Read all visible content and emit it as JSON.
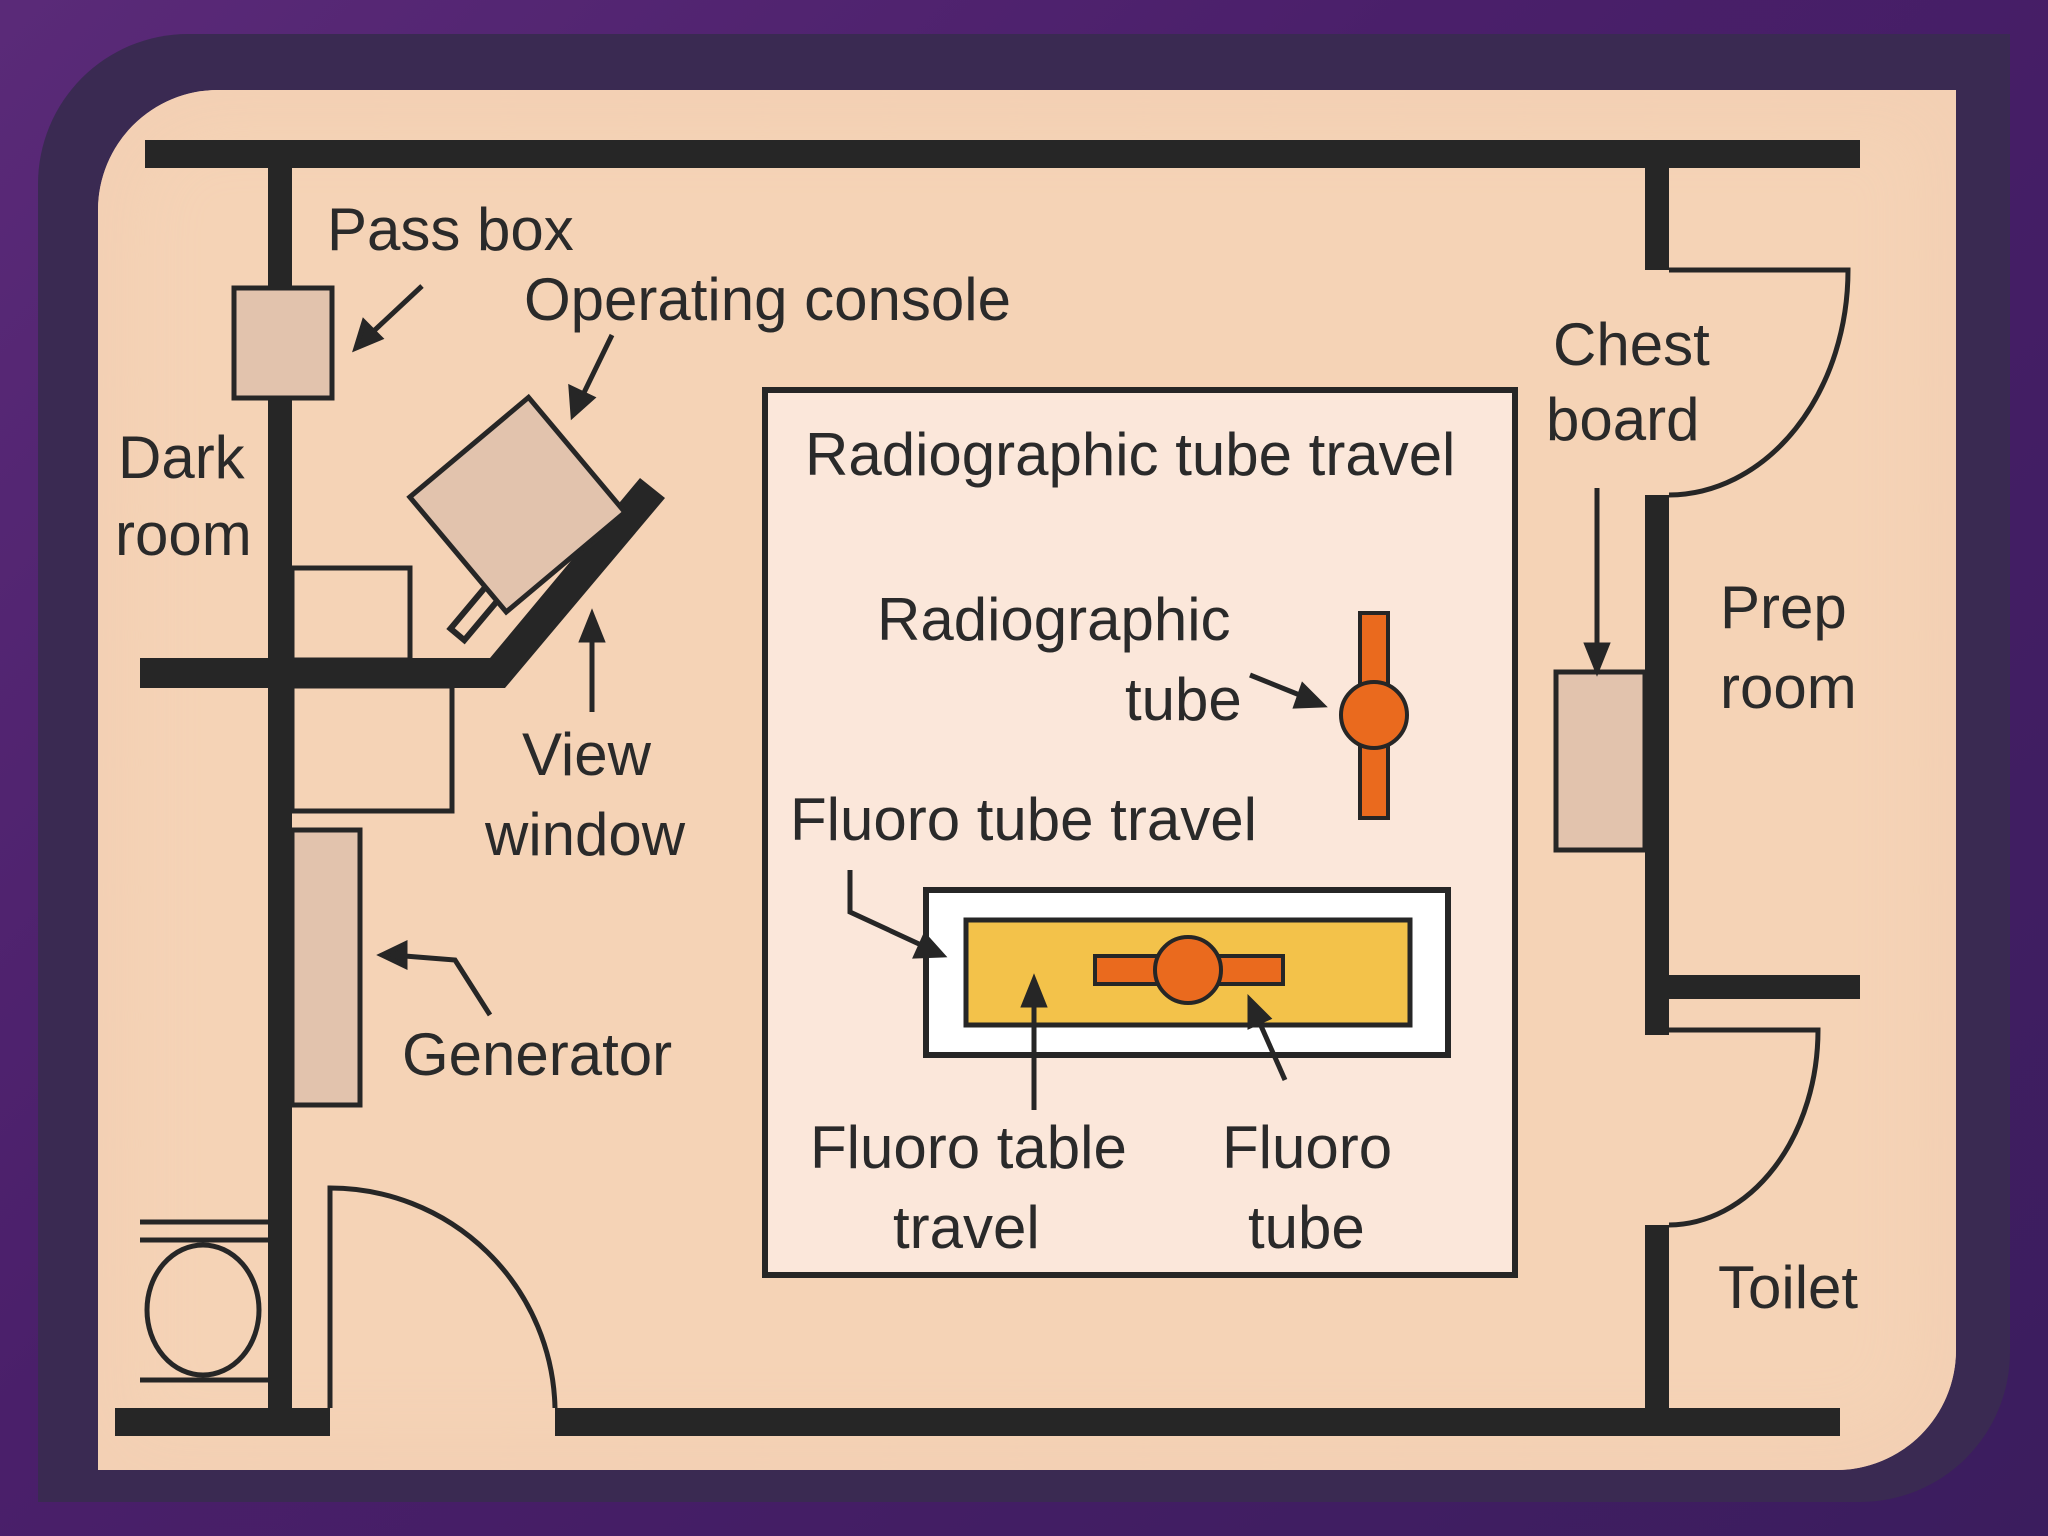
{
  "labels": {
    "pass_box": "Pass box",
    "operating_console": "Operating console",
    "dark": "Dark",
    "room": "room",
    "view": "View",
    "window": "window",
    "generator": "Generator",
    "radiographic_tube_travel": "Radiographic tube travel",
    "radiographic": "Radiographic",
    "tube": "tube",
    "fluoro_tube_travel": "Fluoro tube travel",
    "fluoro_table": "Fluoro table",
    "travel": "travel",
    "fluoro": "Fluoro",
    "fluoro_tube_word": "tube",
    "chest": "Chest",
    "board": "board",
    "prep": "Prep",
    "prep_room": "room",
    "toilet": "Toilet"
  },
  "colors": {
    "background": "#f5d3b6",
    "wall": "#262626",
    "tube_orange": "#ea6a1e",
    "table_yellow": "#f3c24a",
    "box_fill": "#e2c3ad"
  }
}
